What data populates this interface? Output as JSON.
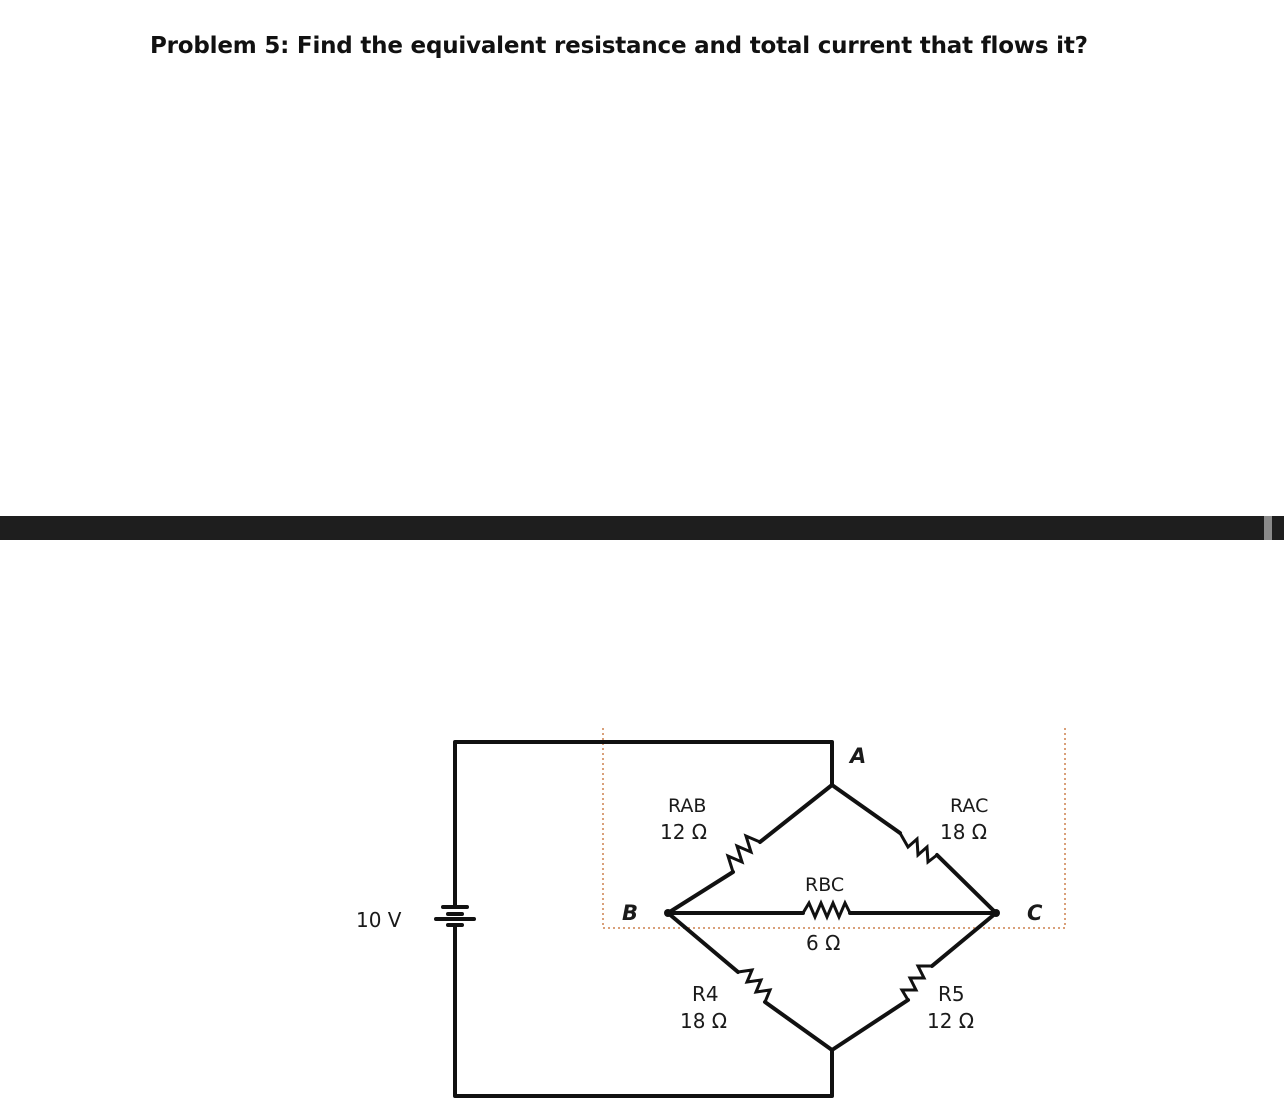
{
  "problem": {
    "title": "Problem 5: Find the equivalent resistance and total current that flows it?"
  },
  "circuit": {
    "source": {
      "label": "10 V"
    },
    "nodes": {
      "a": "A",
      "b": "B",
      "c": "C"
    },
    "resistors": {
      "rab": {
        "name": "RAB",
        "value": "12 Ω"
      },
      "rac": {
        "name": "RAC",
        "value": "18 Ω"
      },
      "rbc": {
        "name": "RBC",
        "value": "6 Ω"
      },
      "r4": {
        "name": "R4",
        "value": "18 Ω"
      },
      "r5": {
        "name": "R5",
        "value": "12 Ω"
      }
    }
  },
  "colors": {
    "wire": "#111111",
    "divider": "#1e1e1e",
    "dotted_guide": "#d9a07a"
  }
}
